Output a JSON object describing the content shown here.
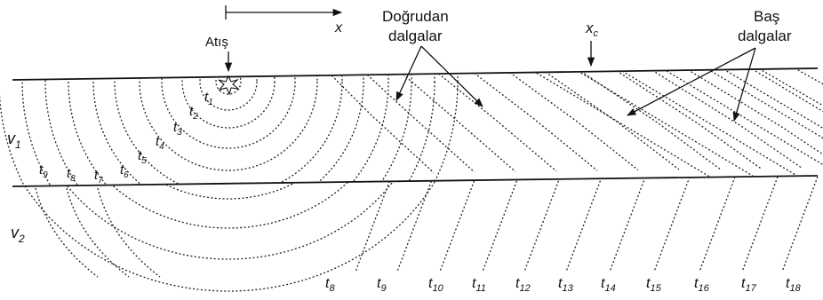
{
  "labels": {
    "x_axis": "x",
    "shot": "Atış",
    "direct_line1": "Doğrudan",
    "direct_line2": "dalgalar",
    "head_line1": "Baş",
    "head_line2": "dalgalar",
    "xc_main": "x",
    "xc_sub": "c",
    "v1_main": "v",
    "v1_sub": "1",
    "v2_main": "v",
    "v2_sub": "2"
  },
  "upper_time_labels": [
    {
      "id": "1",
      "main": "t",
      "sub": "1"
    },
    {
      "id": "2",
      "main": "t",
      "sub": "2"
    },
    {
      "id": "3",
      "main": "t",
      "sub": "3"
    },
    {
      "id": "4",
      "main": "t",
      "sub": "4"
    },
    {
      "id": "5",
      "main": "t",
      "sub": "5"
    },
    {
      "id": "6",
      "main": "t",
      "sub": "6"
    },
    {
      "id": "7",
      "main": "t",
      "sub": "7"
    },
    {
      "id": "8",
      "main": "t",
      "sub": "8"
    },
    {
      "id": "9",
      "main": "t",
      "sub": "9"
    }
  ],
  "bottom_time_labels": [
    {
      "id": "8",
      "main": "t",
      "sub": "8"
    },
    {
      "id": "9",
      "main": "t",
      "sub": "9"
    },
    {
      "id": "10",
      "main": "t",
      "sub": "10"
    },
    {
      "id": "11",
      "main": "t",
      "sub": "11"
    },
    {
      "id": "12",
      "main": "t",
      "sub": "12"
    },
    {
      "id": "13",
      "main": "t",
      "sub": "13"
    },
    {
      "id": "14",
      "main": "t",
      "sub": "14"
    },
    {
      "id": "15",
      "main": "t",
      "sub": "15"
    },
    {
      "id": "16",
      "main": "t",
      "sub": "16"
    },
    {
      "id": "17",
      "main": "t",
      "sub": "17"
    },
    {
      "id": "18",
      "main": "t",
      "sub": "18"
    }
  ]
}
